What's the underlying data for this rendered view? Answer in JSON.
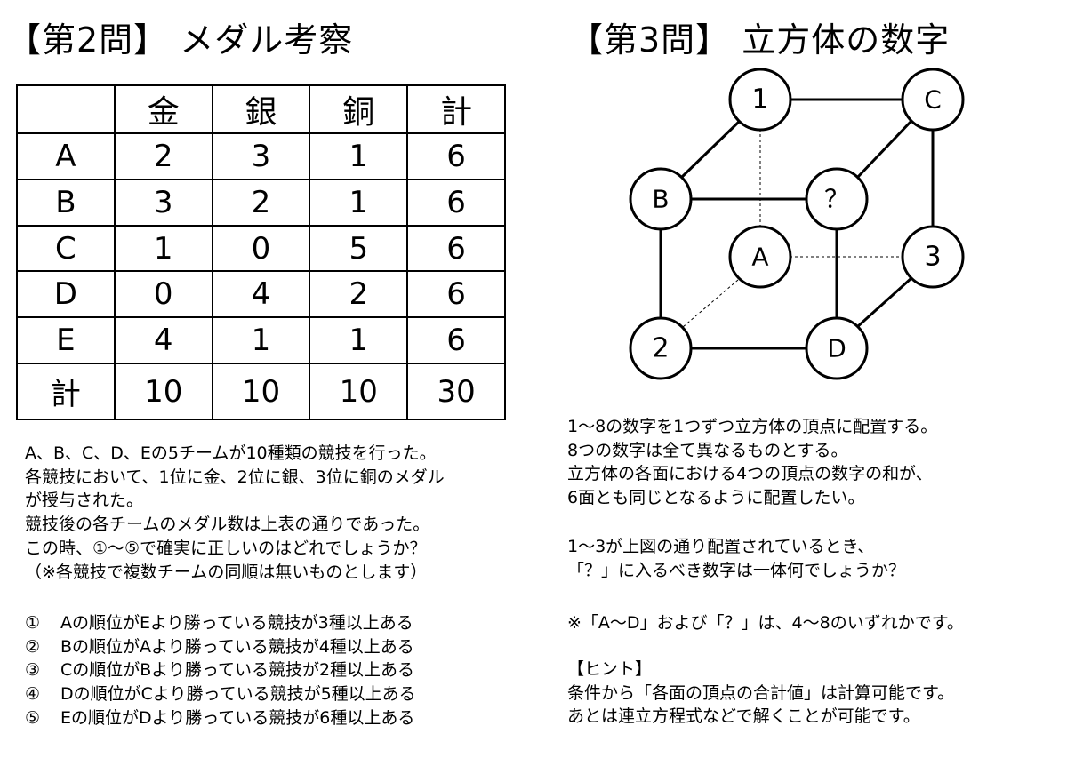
{
  "problem2": {
    "title": "【第2問】 メダル考察",
    "table": {
      "headers": [
        "",
        "金",
        "銀",
        "銅",
        "計"
      ],
      "rows": [
        [
          "A",
          "2",
          "3",
          "1",
          "6"
        ],
        [
          "B",
          "3",
          "2",
          "1",
          "6"
        ],
        [
          "C",
          "1",
          "0",
          "5",
          "6"
        ],
        [
          "D",
          "0",
          "4",
          "2",
          "6"
        ],
        [
          "E",
          "4",
          "1",
          "1",
          "6"
        ],
        [
          "計",
          "10",
          "10",
          "10",
          "30"
        ]
      ]
    },
    "body": [
      "A、B、C、D、Eの5チームが10種類の競技を行った。",
      "各競技において、1位に金、2位に銀、3位に銅のメダル",
      "が授与された。",
      "競技後の各チームのメダル数は上表の通りであった。",
      "この時、①～⑤で確実に正しいのはどれでしょうか？",
      "（※各競技で複数チームの同順は無いものとします）"
    ],
    "options": [
      {
        "num": "①",
        "text": "Aの順位がEより勝っている競技が3種以上ある"
      },
      {
        "num": "②",
        "text": "Bの順位がAより勝っている競技が4種以上ある"
      },
      {
        "num": "③",
        "text": "Cの順位がBより勝っている競技が2種以上ある"
      },
      {
        "num": "④",
        "text": "Dの順位がCより勝っている競技が5種以上ある"
      },
      {
        "num": "⑤",
        "text": "Eの順位がDより勝っている競技が6種以上ある"
      }
    ]
  },
  "problem3": {
    "title": "【第3問】 立方体の数字",
    "vertices": {
      "top_back_left": "1",
      "top_back_right": "C",
      "top_front_left": "B",
      "top_front_right": "？",
      "bottom_back_left": "A",
      "bottom_back_right": "3",
      "bottom_front_left": "2",
      "bottom_front_right": "D"
    },
    "body": [
      "1～8の数字を1つずつ立方体の頂点に配置する。",
      "8つの数字は全て異なるものとする。",
      "立方体の各面における4つの頂点の数字の和が、",
      "6面とも同じとなるように配置したい。"
    ],
    "question": [
      "1～3が上図の通り配置されているとき、",
      "「？」に入るべき数字は一体何でしょうか？"
    ],
    "note": "※「A～D」および「？」は、4～8のいずれかです。",
    "hint": {
      "title": "【ヒント】",
      "lines": [
        "条件から「各面の頂点の合計値」は計算可能です。",
        "あとは連立方程式などで解くことが可能です。"
      ]
    }
  }
}
